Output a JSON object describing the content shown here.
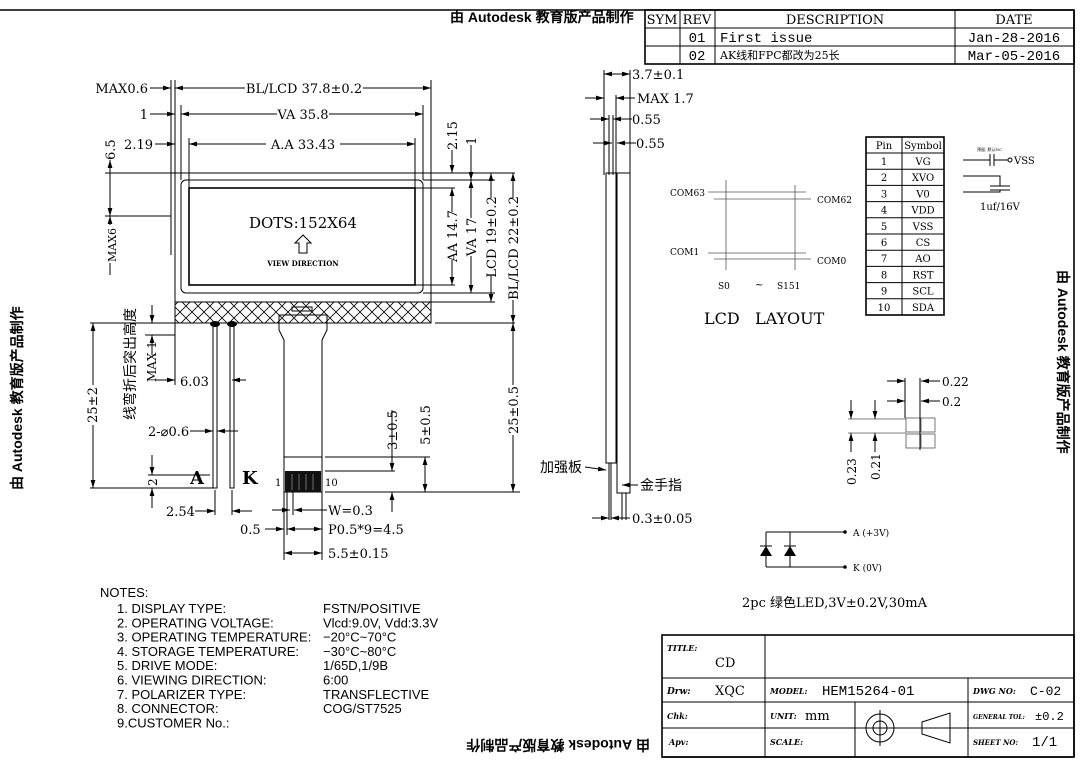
{
  "watermark": "由 Autodesk 教育版产品制作",
  "revision_table": {
    "headers": [
      "SYM",
      "REV",
      "DESCRIPTION",
      "DATE"
    ],
    "rows": [
      {
        "sym": "",
        "rev": "01",
        "description": "First issue",
        "date": "Jan-28-2016"
      },
      {
        "sym": "",
        "rev": "02",
        "description": "AK线和FPC都改为25长",
        "date": "Mar-05-2016"
      }
    ]
  },
  "front_view": {
    "dots": "DOTS:152X64",
    "view_direction": "VIEW DIRECTION",
    "dims": {
      "max06": "MAX0.6",
      "bl_lcd_w": "BL/LCD 37.8±0.2",
      "one_a": "1",
      "va_w": "VA 35.8",
      "d219": "2.19",
      "aa_w": "A.A 33.43",
      "d65": "6.5",
      "max6": "MAX6",
      "d215": "2.15",
      "one_b": "1",
      "aa_h": "AA 14.7",
      "va_h": "VA 17",
      "lcd_h": "LCD 19±0.2",
      "bl_lcd_h": "BL/LCD 22±0.2",
      "bend_note": "线弯折后突出高度",
      "max1": "MAX 1",
      "d603": "6.03",
      "pin_len": "25±2",
      "pin_dia": "2-⌀0.6",
      "d2": "2",
      "anode": "A",
      "cathode": "K",
      "d254": "2.54",
      "fpc_pin1": "1",
      "fpc_pin10": "10",
      "d3": "3±0.5",
      "d5": "5±0.5",
      "fpc_len": "25±0.5",
      "w": "W=0.3",
      "d05": "0.5",
      "pitch": "P0.5*9=4.5",
      "fpc_w": "5.5±0.15"
    }
  },
  "side_view": {
    "d37": "3.7±0.1",
    "max17": "MAX 1.7",
    "d055a": "0.55",
    "d055b": "0.55",
    "stiffener": "加强板",
    "gold_finger": "金手指",
    "d03": "0.3±0.05"
  },
  "lcd_layout": {
    "com63": "COM63",
    "com62": "COM62",
    "com1": "COM1",
    "com0": "COM0",
    "s0": "S0",
    "tilde": "~",
    "s151": "S151",
    "title": "LCD   LAYOUT"
  },
  "pin_table": {
    "headers": [
      "Pin",
      "Symbol"
    ],
    "rows": [
      [
        "1",
        "VG"
      ],
      [
        "2",
        "XVO"
      ],
      [
        "3",
        "V0"
      ],
      [
        "4",
        "VDD"
      ],
      [
        "5",
        "VSS"
      ],
      [
        "6",
        "CS"
      ],
      [
        "7",
        "AO"
      ],
      [
        "8",
        "RST"
      ],
      [
        "9",
        "SCL"
      ],
      [
        "10",
        "SDA"
      ]
    ],
    "vss": "VSS",
    "cap_note": "预留, 默认NC",
    "cap": "1uf/16V"
  },
  "pixel_detail": {
    "d022": "0.22",
    "d02": "0.2",
    "d023": "0.23",
    "d021": "0.21"
  },
  "led": {
    "anode": "A (+3V)",
    "cathode": "K (0V)",
    "spec": "2pc 绿色LED,3V±0.2V,30mA"
  },
  "notes": {
    "title": "NOTES:",
    "items": [
      {
        "label": "1. DISPLAY TYPE:",
        "value": "FSTN/POSITIVE"
      },
      {
        "label": "2. OPERATING VOLTAGE:",
        "value": "Vlcd:9.0V, Vdd:3.3V"
      },
      {
        "label": "3. OPERATING TEMPERATURE:",
        "value": "−20°C~70°C"
      },
      {
        "label": "4. STORAGE TEMPERATURE:",
        "value": "−30°C~80°C"
      },
      {
        "label": "5. DRIVE MODE:",
        "value": "1/65D,1/9B"
      },
      {
        "label": "6. VIEWING DIRECTION:",
        "value": "6:00"
      },
      {
        "label": "7. POLARIZER TYPE:",
        "value": "TRANSFLECTIVE"
      },
      {
        "label": "8. CONNECTOR:",
        "value": "COG/ST7525"
      },
      {
        "label": "9.CUSTOMER No.:",
        "value": ""
      }
    ]
  },
  "title_block": {
    "title_label": "TITLE:",
    "title": "CD",
    "drw_label": "Drw:",
    "drw": "XQC",
    "model_label": "MODEL:",
    "model": "HEM15264-01",
    "dwg_label": "DWG NO:",
    "dwg": "C-02",
    "chk_label": "Chk:",
    "unit_label": "UNIT:",
    "unit": "mm",
    "tol_label": "GENERAL TOL:",
    "tol": "±0.2",
    "apv_label": "Apv:",
    "scale_label": "SCALE:",
    "sheet_label": "SHEET NO:",
    "sheet": "1/1"
  }
}
